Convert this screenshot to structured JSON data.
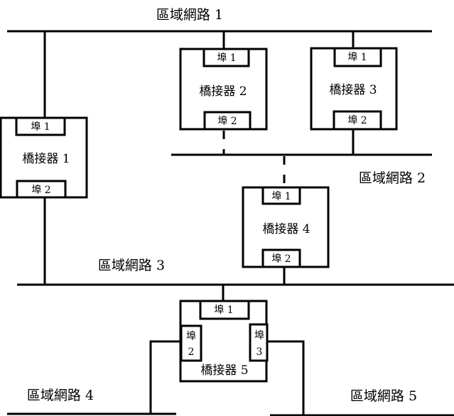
{
  "networks": {
    "lan1": "區域網路 1",
    "lan2": "區域網路 2",
    "lan3": "區域網路 3",
    "lan4": "區域網路 4",
    "lan5": "區域網路 5"
  },
  "bridges": {
    "b1": {
      "label": "橋接器 1",
      "port1": "埠 1",
      "port2": "埠 2"
    },
    "b2": {
      "label": "橋接器 2",
      "port1": "埠 1",
      "port2": "埠 2"
    },
    "b3": {
      "label": "橋接器 3",
      "port1": "埠 1",
      "port2": "埠 2"
    },
    "b4": {
      "label": "橋接器 4",
      "port1": "埠 1",
      "port2": "埠 2"
    },
    "b5": {
      "label": "橋接器 5",
      "port1": "埠 1",
      "port2_char": "埠",
      "port2_num": "2",
      "port3_char": "埠",
      "port3_num": "3"
    }
  }
}
